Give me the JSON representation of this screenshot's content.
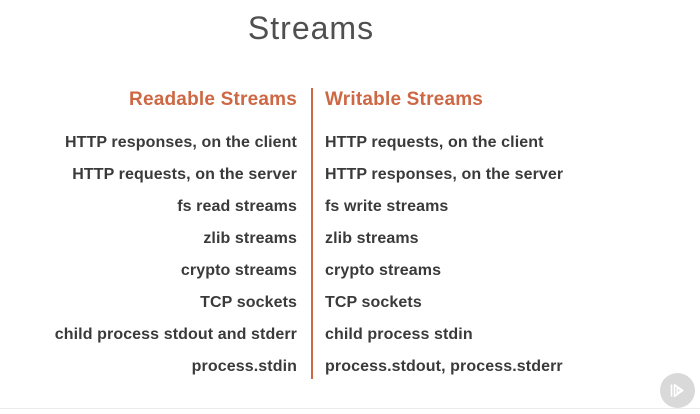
{
  "slide": {
    "title": "Streams",
    "columns": [
      {
        "header": "Readable Streams",
        "items": [
          "HTTP responses, on the client",
          "HTTP requests, on the server",
          "fs read streams",
          "zlib streams",
          "crypto streams",
          "TCP sockets",
          "child process stdout and stderr",
          "process.stdin"
        ]
      },
      {
        "header": "Writable Streams",
        "items": [
          "HTTP requests, on the client",
          "HTTP responses, on the server",
          "fs write streams",
          "zlib streams",
          "crypto streams",
          "TCP sockets",
          "child process stdin",
          "process.stdout, process.stderr"
        ]
      }
    ]
  },
  "icons": {
    "watermark": "pluralsight-play-icon"
  },
  "colors": {
    "accent_orange": "#cd6744",
    "title_gray": "#4f4f4f",
    "body_gray": "#3a3a3a",
    "logo_circle_gray": "#d9d9d9",
    "background": "#ffffff"
  }
}
